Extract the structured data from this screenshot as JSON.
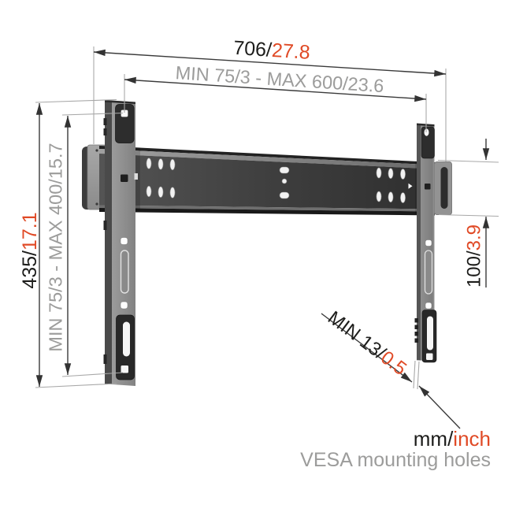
{
  "figure": {
    "type": "product-dimension-diagram",
    "subject": "TV wall mount bracket with wall rail and two vertical arms"
  },
  "colors": {
    "ink": "#1d1d1b",
    "accent_orange": "#e04a26",
    "muted_gray": "#9c9c9b",
    "dimension_line": "#3a3a3a",
    "extension_line": "#a8a8a8",
    "bracket_dark": "#2b2b2b",
    "bracket_gray": "#8e8e8e"
  },
  "dimensions": {
    "total_width": {
      "mm": "706/",
      "inch": "27.8"
    },
    "vesa_width": {
      "range": "MIN 75/3 - MAX 600/23.6"
    },
    "total_height": {
      "mm": "435/",
      "inch": "17.1"
    },
    "vesa_height": {
      "range": "MIN 75/3 - MAX 400/15.7"
    },
    "strip_height": {
      "mm": "100/",
      "inch": "3.9"
    },
    "wall_gap": {
      "mm": "MIN 13/",
      "inch": "0.5"
    }
  },
  "legend": {
    "units_mm": "mm/",
    "units_inch": "inch",
    "note": "VESA mounting holes"
  }
}
